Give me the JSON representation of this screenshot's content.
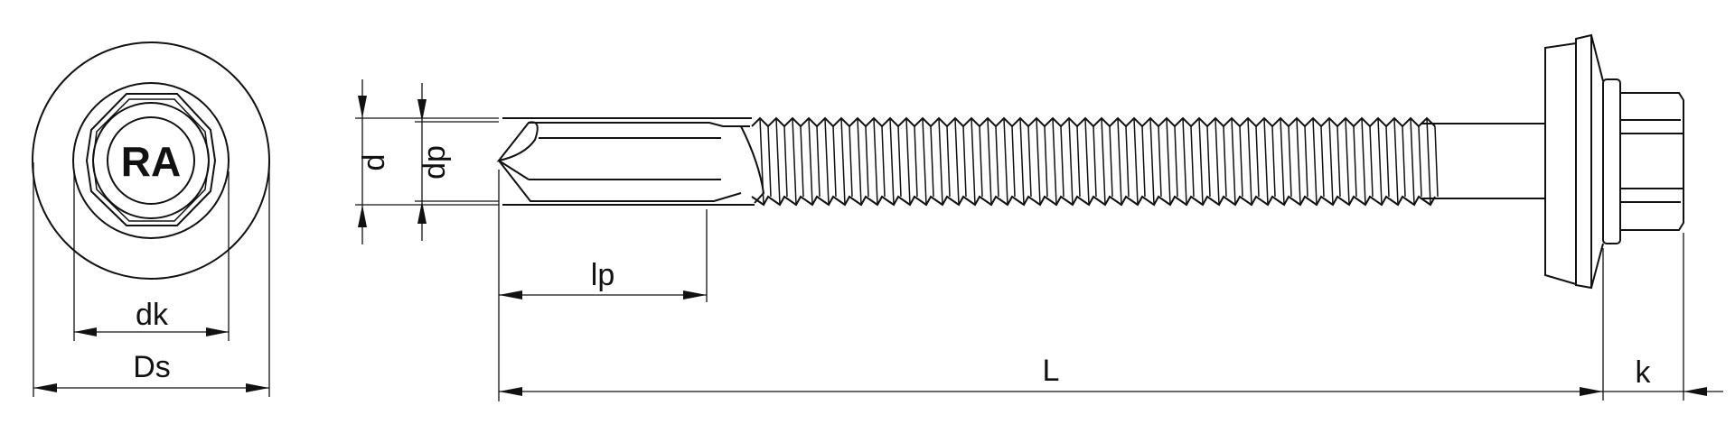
{
  "title": "Self-drilling screw with sealing washer – dimension drawing",
  "head_marking": "RA",
  "dimensions": {
    "d": "d",
    "dp": "dp",
    "lp": "lp",
    "L": "L",
    "k": "k",
    "dk": "dk",
    "Ds": "Ds"
  },
  "colors": {
    "line": "#111111",
    "background": "#ffffff"
  }
}
